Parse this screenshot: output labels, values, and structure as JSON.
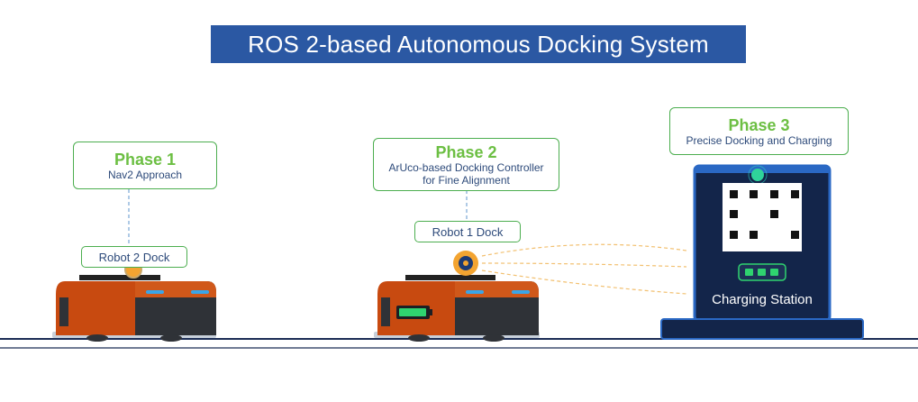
{
  "title": "ROS 2-based Autonomous Docking System",
  "phases": [
    {
      "title": "Phase 1",
      "desc_lines": [
        "Nav2 Approach"
      ]
    },
    {
      "title": "Phase 2",
      "desc_lines": [
        "ArUco-based Docking Controller",
        "for Fine Alignment"
      ]
    },
    {
      "title": "Phase 3",
      "desc_lines": [
        "Precise Docking and Charging"
      ]
    }
  ],
  "robot2_label": "Robot 2 Dock",
  "robot1_label": "Robot 1 Dock",
  "station_label": "Charging Station",
  "colors": {
    "title_bg": "#2b58a3",
    "phase_border": "#4cae4f",
    "phase_title": "#6cbf43",
    "robot_orange": "#c84a10",
    "robot_dark": "#2f3237",
    "station_navy": "#13254a",
    "charge_green": "#2fd36f"
  }
}
